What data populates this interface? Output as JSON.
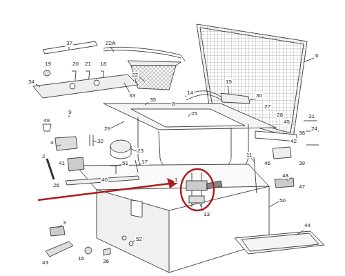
{
  "diagram": {
    "labels": [
      "37",
      "22A",
      "19",
      "20",
      "21",
      "18",
      "22",
      "6",
      "34",
      "33",
      "9",
      "49",
      "35",
      "8",
      "14",
      "15",
      "30",
      "27",
      "28",
      "29",
      "25",
      "31",
      "24",
      "45",
      "38",
      "42",
      "4",
      "32",
      "23",
      "2",
      "41",
      "51",
      "17",
      "11",
      "46",
      "39",
      "40",
      "26",
      "1",
      "48",
      "47",
      "13",
      "50",
      "3",
      "43",
      "16",
      "36",
      "52",
      "44"
    ]
  }
}
